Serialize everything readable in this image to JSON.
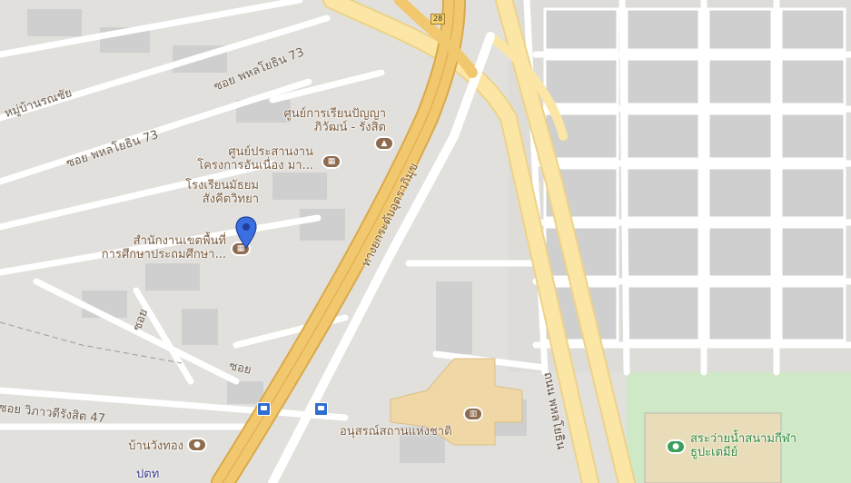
{
  "labels": {
    "learning_center": "ศูนย์การเรียนปัญญา\nภิวัฒน์ - รังสิต",
    "coord_center": "ศูนย์ประสานงาน\nโครงการอันเนื่อง มา...",
    "school": "โรงเรียนมัธยม\nสังคีตวิทยา",
    "edu_office": "สำนักงานเขตพื้นที่\nการศึกษาประถมศึกษา...",
    "monument": "อนุสรณ์สถานแห่งชาติ",
    "ban_wang_thong": "บ้านวังทอง",
    "pool": "สระว่ายน้ำสนามกีฬา\nธูปะเตมีย์",
    "ptt": "ปตท"
  },
  "roads": {
    "phahon_73_top": "ซอย พหลโยธิน 73",
    "phahon_73_left": "ซอย พหลโยธิน 73",
    "moo_baan": "หมู่บ้านรณชัย",
    "soi_1": "ซอย",
    "soi_2": "ซอย",
    "vibhavadi_47": "ซอย วิภาวดีรังสิต 47",
    "uttaraphimuk": "ทางยกระดับอุตราภิมุข",
    "phahonyothin": "ถนน พหลโยธิน",
    "route_shield": "28"
  },
  "icons": {
    "place_pin": "map-pin-icon",
    "school": "school-icon",
    "government": "government-icon",
    "museum": "museum-icon",
    "park": "park-icon",
    "bus": "bus-icon"
  },
  "colors": {
    "expressway": "#f2c86e",
    "major_road": "#fbe6a6",
    "minor_road": "#ffffff",
    "block": "#dcdcdc",
    "building": "#cfcfcf",
    "park": "#cfe8c6",
    "poi": "#8e6b4e",
    "pin": "#3b6ee0"
  }
}
